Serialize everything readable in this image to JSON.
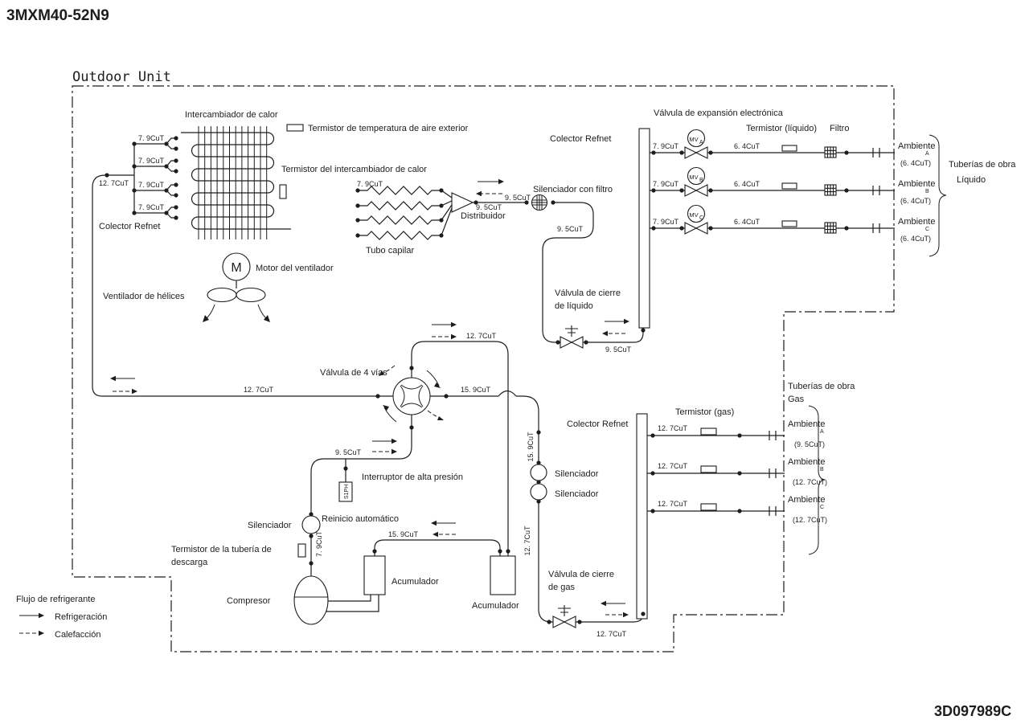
{
  "header": {
    "model": "3MXM40-52N9",
    "unit": "Outdoor Unit",
    "drawing_code": "3D097989C"
  },
  "legend": {
    "title": "Flujo de refrigerante",
    "cooling": "Refrigeración",
    "heating": "Calefacción"
  },
  "components": {
    "heat_exchanger": "Intercambiador de calor",
    "outdoor_air_thermistor": "Termistor de temperatura de aire exterior",
    "hex_thermistor": "Termistor del intercambiador de calor",
    "refnet_left": "Colector Refnet",
    "capillary": "Tubo capilar",
    "distributor": "Distribuidor",
    "muffler_filter": "Silenciador con filtro",
    "refnet_liquid": "Colector Refnet",
    "eev": "Válvula de expansión electrónica",
    "thermistor_liquid": "Termistor (líquido)",
    "filter": "Filtro",
    "liquid_valve_1": "Válvula de cierre",
    "liquid_valve_2": "de líquido",
    "fan_motor": "Motor del ventilador",
    "fan": "Ventilador de hélices",
    "motor_m": "M",
    "four_way": "Válvula de 4 vías",
    "hp_switch": "Interruptor de alta presión",
    "hp_tag": "S1PH",
    "auto_reset": "Reinicio automático",
    "muffler": "Silenciador",
    "discharge_t1": "Termistor de la tubería de",
    "discharge_t2": "descarga",
    "compressor": "Compresor",
    "accumulator": "Acumulador",
    "refnet_gas": "Colector Refnet",
    "thermistor_gas": "Termistor (gas)",
    "muffler_gas": "Silenciador",
    "gas_valve_1": "Válvula de cierre",
    "gas_valve_2": "de gas",
    "mv": "MV"
  },
  "mv_subs": [
    "A",
    "B",
    "C"
  ],
  "sizes": {
    "s64": "6. 4CuT",
    "s79": "7. 9CuT",
    "s95": "9. 5CuT",
    "s127": "12. 7CuT",
    "s159": "15. 9CuT"
  },
  "rooms_liquid": {
    "title": "Tuberías de obra",
    "subtitle": "Líquido",
    "items": [
      {
        "name": "Ambiente",
        "sub": "A",
        "size": "(6. 4CuT)"
      },
      {
        "name": "Ambiente",
        "sub": "B",
        "size": "(6. 4CuT)"
      },
      {
        "name": "Ambiente",
        "sub": "C",
        "size": "(6. 4CuT)"
      }
    ]
  },
  "rooms_gas": {
    "title": "Tuberías de obra",
    "subtitle": "Gas",
    "items": [
      {
        "name": "Ambiente",
        "sub": "A",
        "size": "(9. 5CuT)"
      },
      {
        "name": "Ambiente",
        "sub": "B",
        "size": "(12. 7CuT)"
      },
      {
        "name": "Ambiente",
        "sub": "C",
        "size": "(12. 7CuT)"
      }
    ]
  }
}
